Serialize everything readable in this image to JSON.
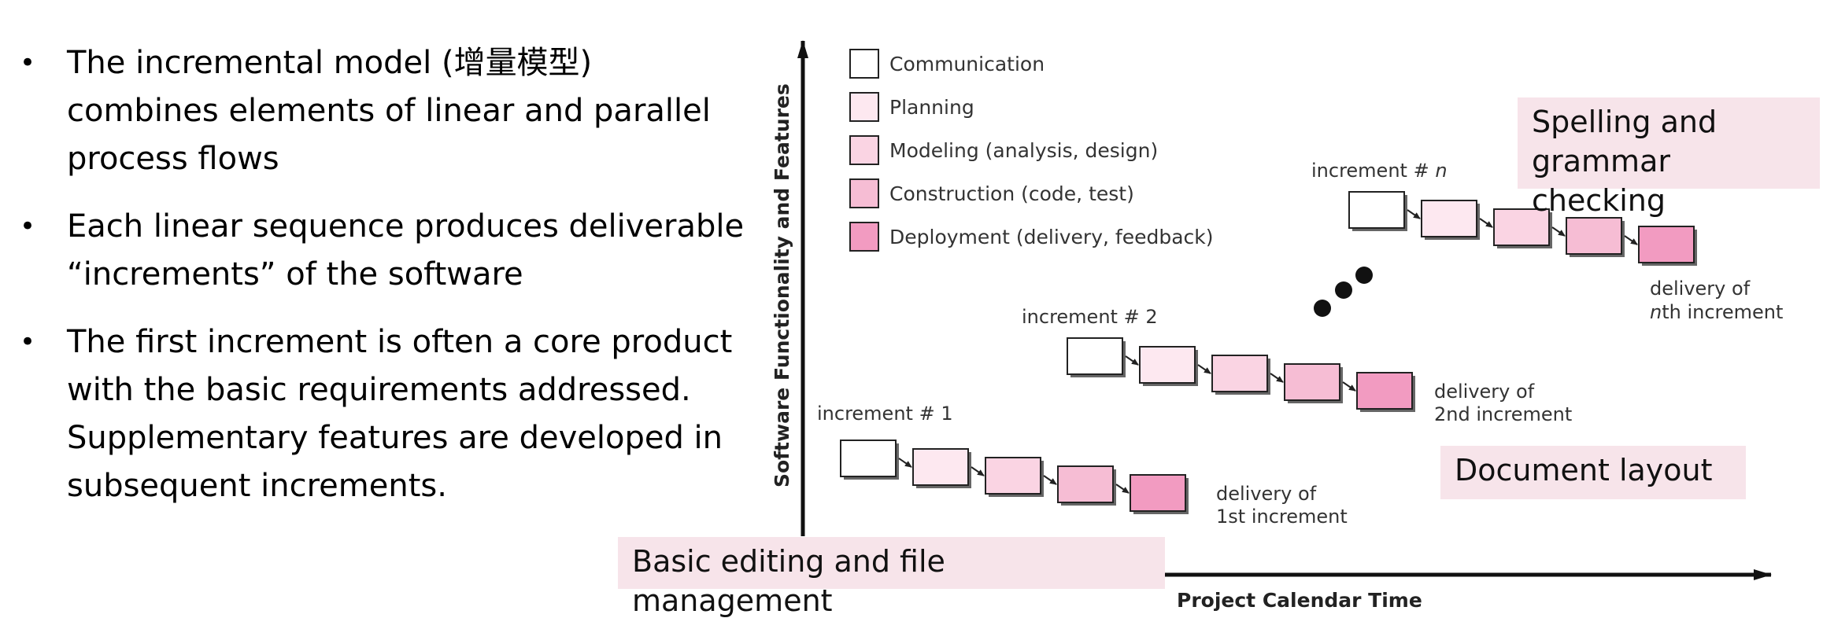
{
  "bullets": [
    "The incremental model (增量模型) combines elements of linear and parallel process flows",
    "Each linear sequence produces deliverable “increments” of the software",
    "The first increment is often a core product with the basic requirements addressed. Supplementary features are developed in subsequent increments."
  ],
  "bullet_symbol": "•",
  "diagram": {
    "y_axis_label": "Software Functionality and Features",
    "x_axis_label": "Project Calendar Time",
    "legend": [
      {
        "label": "Communication",
        "color": "#ffffff"
      },
      {
        "label": "Planning",
        "color": "#fde8f0"
      },
      {
        "label": "Modeling (analysis, design)",
        "color": "#fad4e3"
      },
      {
        "label": "Construction (code, test)",
        "color": "#f6bdd4"
      },
      {
        "label": "Deployment (delivery, feedback)",
        "color": "#f29bc1"
      }
    ],
    "increments": [
      {
        "label": "increment # 1",
        "delivery_line1": "delivery of",
        "delivery_line2": "1st increment"
      },
      {
        "label": "increment # 2",
        "delivery_line1": "delivery of",
        "delivery_line2": "2nd increment"
      },
      {
        "label_prefix": "increment # ",
        "label_italic": "n",
        "delivery_line1": "delivery of",
        "delivery_line2_italic": "n",
        "delivery_line2_rest": "th increment"
      }
    ]
  },
  "callouts": {
    "basic": "Basic editing and file management",
    "document": "Document layout",
    "spelling": "Spelling and\ngrammar checking"
  },
  "colors": {
    "callout_bg": "#f7e4ea",
    "box_stroke": "#222222"
  }
}
